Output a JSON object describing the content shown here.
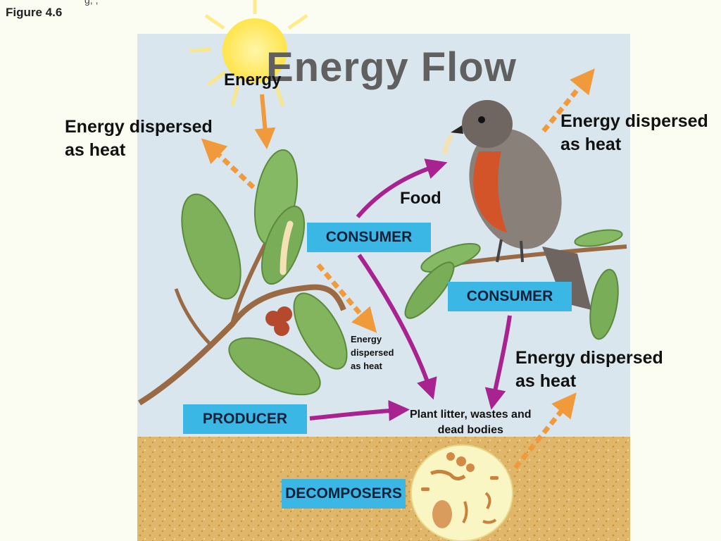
{
  "figure_label": "Figure 4.6",
  "figure_label_cut": "g,             ,",
  "title": "Energy Flow",
  "sun_label": "Energy",
  "heat_left": "Energy dispersed\nas heat",
  "heat_right_top": "Energy dispersed\nas heat",
  "heat_middle": "Energy\ndispersed\nas heat",
  "heat_right_bottom": "Energy dispersed\nas heat",
  "food_label": "Food",
  "consumer_primary": "CONSUMER",
  "consumer_secondary": "CONSUMER",
  "producer": "PRODUCER",
  "decomposers": "DECOMPOSERS",
  "litter_label": "Plant litter, wastes and\ndead bodies",
  "colors": {
    "box": "#3bb7e6",
    "flow_arrow": "#a8238f",
    "heat_arrow": "#f09a3c",
    "soil": "#e0b66a",
    "sky": "#d9e6ee"
  }
}
